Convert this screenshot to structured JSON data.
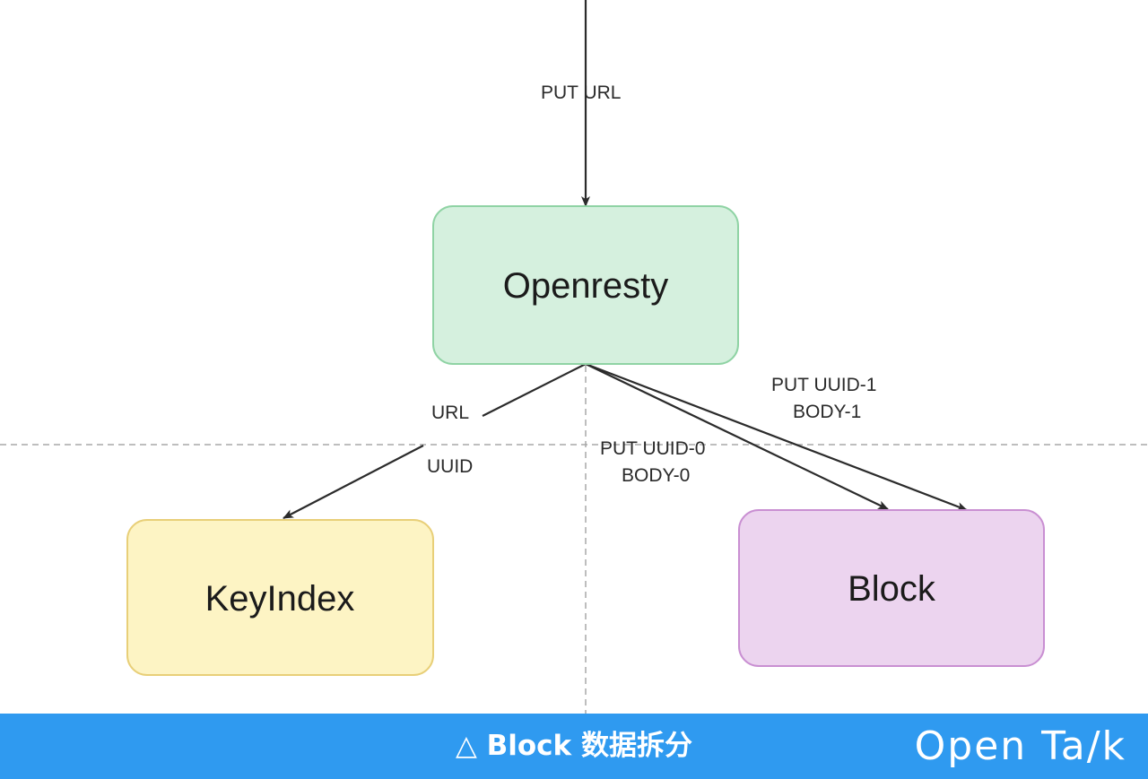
{
  "diagram": {
    "nodes": {
      "openresty": {
        "label": "Openresty",
        "fill": "#d5f0de",
        "stroke": "#8fd3a4"
      },
      "keyindex": {
        "label": "KeyIndex",
        "fill": "#fdf4c4",
        "stroke": "#e8cf78"
      },
      "block": {
        "label": "Block",
        "fill": "#ecd4ef",
        "stroke": "#c98fd2"
      }
    },
    "edges": {
      "put_url": {
        "label": "PUT URL"
      },
      "url_request": {
        "label": "URL"
      },
      "uuid_response": {
        "label": "UUID"
      },
      "put_uuid_0": {
        "line1": "PUT UUID-0",
        "line2": "BODY-0"
      },
      "put_uuid_1": {
        "line1": "PUT UUID-1",
        "line2": "BODY-1"
      }
    }
  },
  "footer": {
    "caption": "△ Block 数据拆分",
    "brand": "Open Ta/k",
    "background": "#2f9af0"
  }
}
